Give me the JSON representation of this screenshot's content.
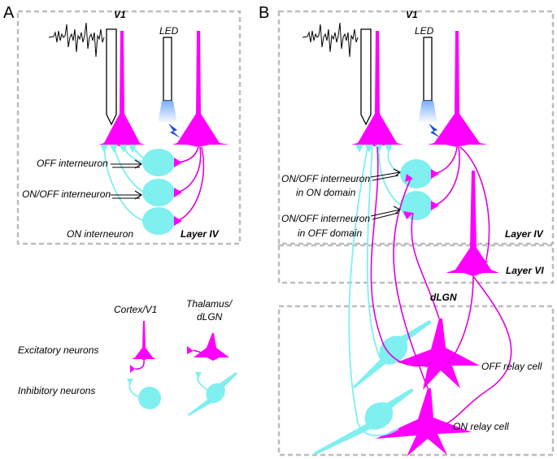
{
  "panels": {
    "a": {
      "letter": "A",
      "region": "V1",
      "led": "LED",
      "layer": "Layer IV",
      "cells": [
        "OFF interneuron",
        "ON/OFF interneuron",
        "ON interneuron"
      ]
    },
    "b": {
      "letter": "B",
      "region": "V1",
      "led": "LED",
      "layer_iv": "Layer IV",
      "layer_vi": "Layer VI",
      "dlgn": "dLGN",
      "interneuron_on": [
        "ON/OFF interneuron",
        "in ON domain"
      ],
      "interneuron_off": [
        "ON/OFF interneuron",
        "in OFF domain"
      ],
      "off_relay": "OFF relay cell",
      "on_relay": "ON relay cell"
    }
  },
  "legend": {
    "col_cortex": "Cortex/V1",
    "col_thalamus": [
      "Thalamus/",
      "dLGN"
    ],
    "row_excitatory": "Excitatory neurons",
    "row_inhibitory": "Inhibitory neurons"
  },
  "colors": {
    "excitatory": "#ff00ff",
    "inhibitory": "#7fefef",
    "light": "#1d4fd8"
  }
}
